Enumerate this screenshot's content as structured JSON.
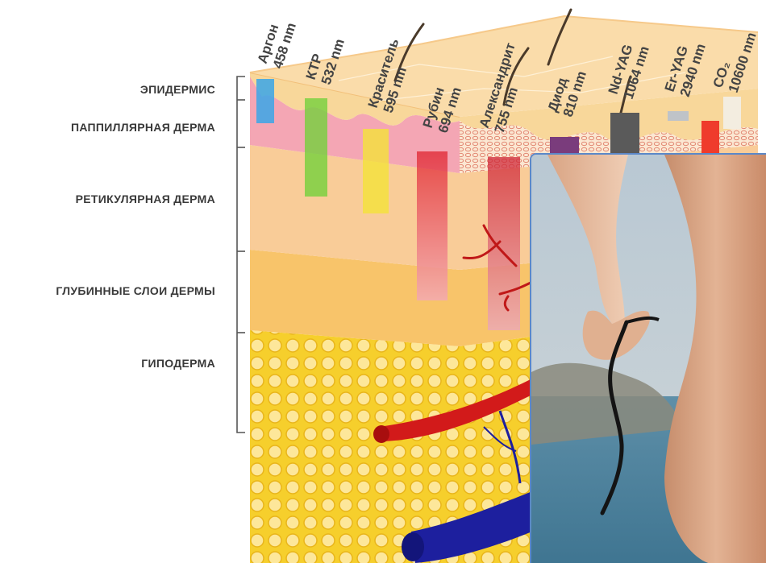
{
  "layers": [
    {
      "id": "epidermis",
      "label": "ЭПИДЕРМИС"
    },
    {
      "id": "papillary",
      "label": "ПАППИЛЛЯРНАЯ ДЕРМА"
    },
    {
      "id": "reticular",
      "label": "РЕТИКУЛЯРНАЯ ДЕРМА"
    },
    {
      "id": "deep",
      "label": "ГЛУБИННЫЕ СЛОИ ДЕРМЫ"
    },
    {
      "id": "hypodermis",
      "label": "ГИПОДЕРМА"
    }
  ],
  "lasers": [
    {
      "name": "Аргон",
      "wavelength": "458 nm",
      "color": "#3aa6e8"
    },
    {
      "name": "КТР",
      "wavelength": "532 nm",
      "color": "#74d13c"
    },
    {
      "name": "Краситель",
      "wavelength": "595 nm",
      "color": "#f4e23a"
    },
    {
      "name": "Рубин",
      "wavelength": "694 nm",
      "color": "#e0222d"
    },
    {
      "name": "Александрит",
      "wavelength": "755 nm",
      "color": "#cf2434"
    },
    {
      "name": "Диод",
      "wavelength": "810 nm",
      "color": "#7a3c7c"
    },
    {
      "name": "Nd-YAG",
      "wavelength": "1064 nm",
      "color": "#5a5a5a"
    },
    {
      "name": "Er-YAG",
      "wavelength": "2940 nm",
      "color": "#bfc3c8"
    },
    {
      "name": "CO₂",
      "wavelength": "10600 nm",
      "color": "#ef3b2c"
    }
  ],
  "colors": {
    "epidermis": "#f8d79a",
    "papillary": "#f4a6b4",
    "reticular": "#f9cc98",
    "deep": "#f8c46a",
    "hypodermis": "#f6cf2c",
    "artery": "#d21a1a",
    "vein": "#1d1f9e",
    "photo_frame": "#5b88c8"
  }
}
